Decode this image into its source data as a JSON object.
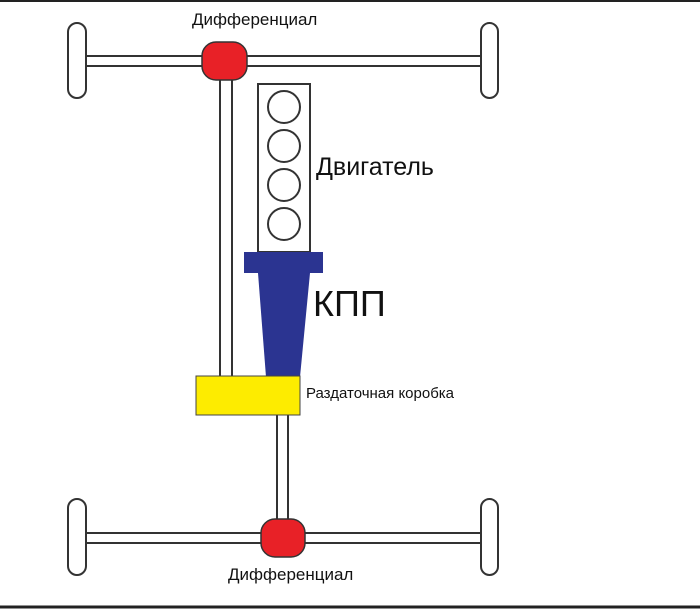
{
  "labels": {
    "front_differential": "Дифференциал",
    "engine": "Двигатель",
    "gearbox": "КПП",
    "transfer_case": "Раздаточная коробка",
    "rear_differential": "Дифференциал"
  },
  "colors": {
    "differential": "#e82127",
    "gearbox": "#2b3491",
    "transfer_case": "#fdec00",
    "outline": "#333333"
  }
}
